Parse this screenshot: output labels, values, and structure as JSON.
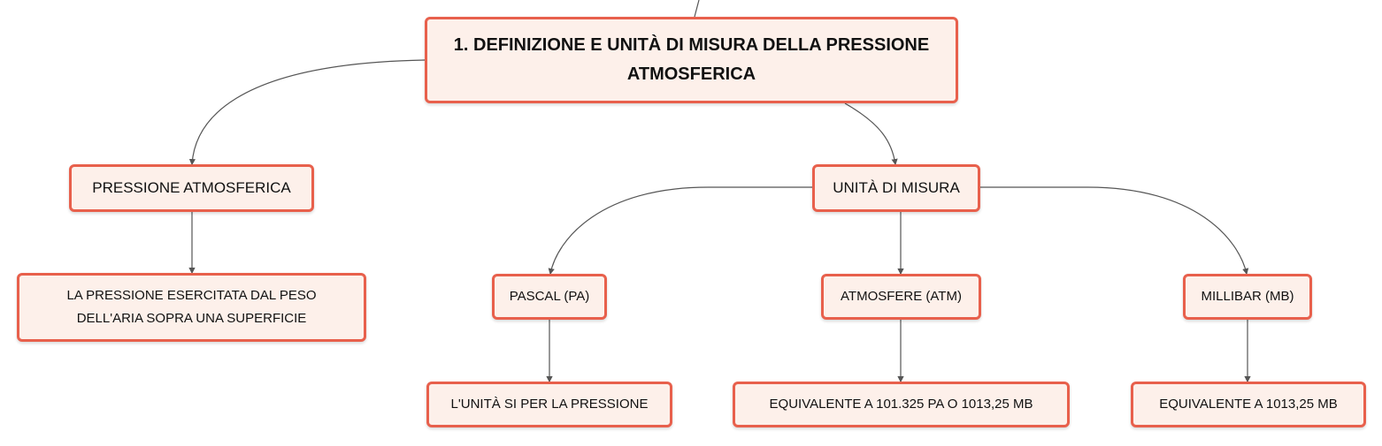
{
  "mind_map": {
    "root": {
      "label": "1. DEFINIZIONE E UNITÀ DI MISURA DELLA PRESSIONE ATMOSFERICA"
    },
    "pressione": {
      "label": "PRESSIONE ATMOSFERICA",
      "detail": "LA PRESSIONE ESERCITATA DAL PESO DELL'ARIA SOPRA UNA SUPERFICIE"
    },
    "unita": {
      "label": "UNITÀ DI MISURA",
      "children": [
        {
          "label": "PASCAL (PA)",
          "detail": "L'UNITÀ SI PER LA PRESSIONE"
        },
        {
          "label": "ATMOSFERE (ATM)",
          "detail": "EQUIVALENTE A 101.325 PA O 1013,25 MB"
        },
        {
          "label": "MILLIBAR (MB)",
          "detail": "EQUIVALENTE A 1013,25 MB"
        }
      ]
    }
  },
  "colors": {
    "node_fill": "#fdf0ea",
    "node_border": "#e8604c",
    "connector": "#555555"
  }
}
